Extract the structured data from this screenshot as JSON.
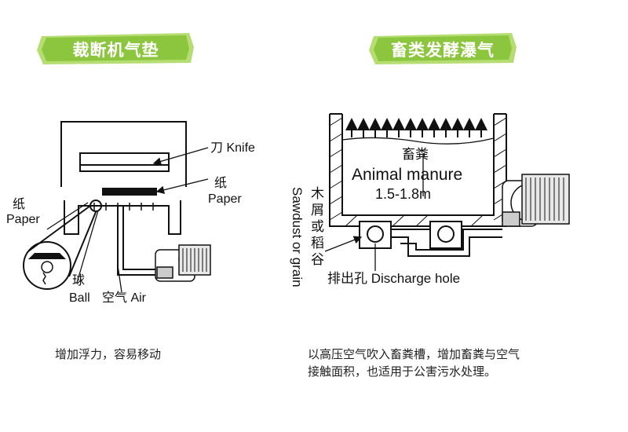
{
  "left_panel": {
    "title": "裁断机气垫",
    "labels": {
      "knife": "刀 Knife",
      "paper_top_cn": "纸",
      "paper_top_en": "Paper",
      "paper_left_cn": "纸",
      "paper_left_en": "Paper",
      "ball_cn": "球",
      "ball_en": "Ball",
      "air": "空气 Air"
    },
    "caption": "增加浮力，容易移动"
  },
  "right_panel": {
    "title": "畜类发酵瀑气",
    "labels": {
      "manure_cn": "畜粪",
      "manure_en": "Animal manure",
      "depth": "1.5-1.8m",
      "sawdust_cn": "木屑或稻谷",
      "sawdust_en": "Sawdust or grain",
      "discharge": "排出孔 Discharge hole"
    },
    "caption_line1": "以高压空气吹入畜粪槽，增加畜粪与空气",
    "caption_line2": "接触面积，也适用于公害污水处理。"
  },
  "colors": {
    "banner_green": "#8cc63f",
    "banner_light": "#b5dd72",
    "line": "#111111"
  }
}
